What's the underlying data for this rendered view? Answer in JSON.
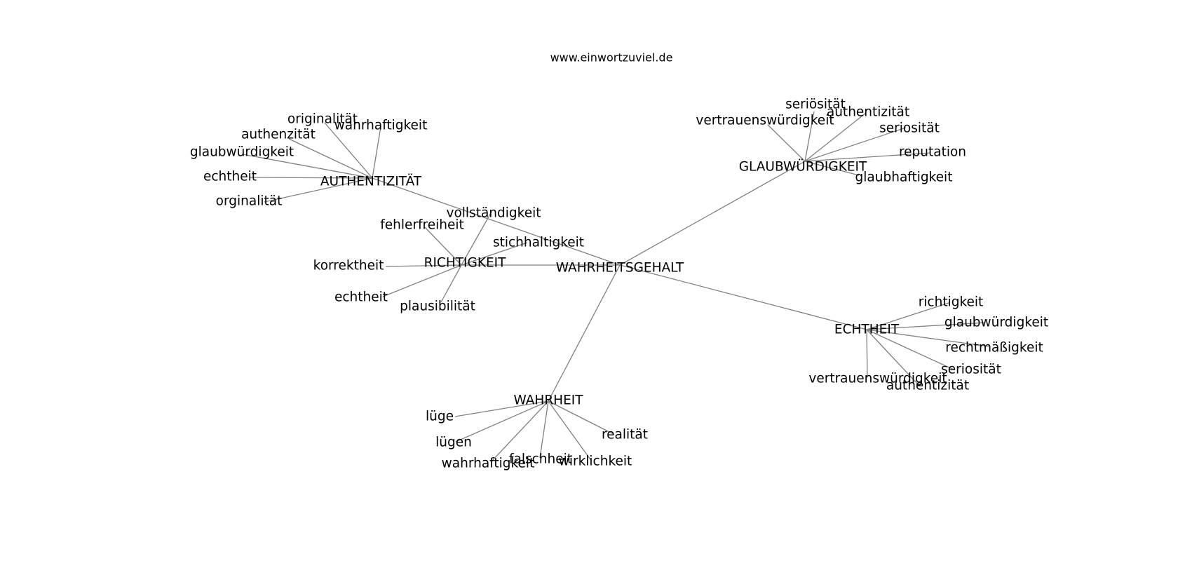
{
  "header": {
    "site": "www.einwortzuviel.de"
  },
  "graph": {
    "type": "word-association-network",
    "root": "WAHRHEITSGEHALT",
    "clusters": [
      {
        "hub": "AUTHENTIZITÄT",
        "leaves": [
          "originalität",
          "wahrhaftigkeit",
          "authenzität",
          "glaubwürdigkeit",
          "echtheit",
          "orginalität"
        ]
      },
      {
        "hub": "GLAUBWÜRDIGKEIT",
        "leaves": [
          "seriösität",
          "authentizität",
          "vertrauenswürdigkeit",
          "seriosität",
          "reputation",
          "glaubhaftigkeit"
        ]
      },
      {
        "hub": "RICHTIGKEIT",
        "leaves": [
          "vollständigkeit",
          "fehlerfreiheit",
          "stichhaltigkeit",
          "korrektheit",
          "echtheit",
          "plausibilität"
        ]
      },
      {
        "hub": "ECHTHEIT",
        "leaves": [
          "richtigkeit",
          "glaubwürdigkeit",
          "rechtmäßigkeit",
          "seriosität",
          "vertrauenswürdigkeit",
          "authentizität"
        ]
      },
      {
        "hub": "WAHRHEIT",
        "leaves": [
          "lüge",
          "realität",
          "lügen",
          "falschheit",
          "wahrhaftigkeit",
          "wirklichkeit"
        ]
      }
    ]
  }
}
